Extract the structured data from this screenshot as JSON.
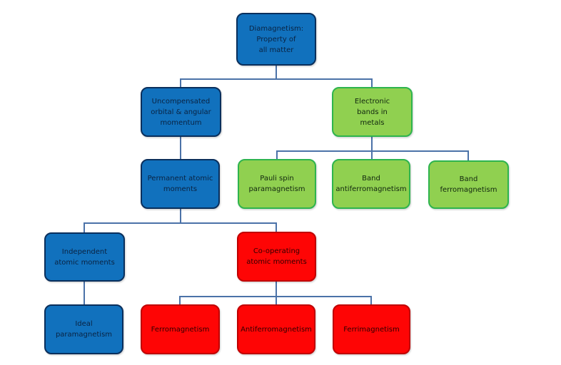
{
  "diagram": {
    "description": "Flowchart classifying types of magnetism",
    "background": "#ffffff",
    "connector_color": "#4b72a8",
    "palette": {
      "blue": {
        "fill": "#1171bd",
        "border": "#0a2f5c",
        "text": "#0a2342"
      },
      "green": {
        "fill": "#90d050",
        "border": "#2eb44e",
        "text": "#11260f"
      },
      "red": {
        "fill": "#fe0505",
        "border": "#c00000",
        "text": "#300000"
      }
    }
  },
  "nodes": {
    "diamagnetism": {
      "label": "Diamagnetism:\nProperty of\nall matter",
      "color": "blue"
    },
    "uncompensated": {
      "label": "Uncompensated\norbital & angular\nmomentum",
      "color": "blue"
    },
    "electronic": {
      "label": "Electronic\nbands in\nmetals",
      "color": "green"
    },
    "permanent": {
      "label": "Permanent atomic\nmoments",
      "color": "blue"
    },
    "pauli": {
      "label": "Pauli spin\nparamagnetism",
      "color": "green"
    },
    "band_antiferromagnetism": {
      "label": "Band\nantiferromagnetism",
      "color": "green"
    },
    "band_ferromagnetism": {
      "label": "Band\nferromagnetism",
      "color": "green"
    },
    "independent": {
      "label": "Independent\natomic moments",
      "color": "blue"
    },
    "cooperating": {
      "label": "Co-operating\natomic moments",
      "color": "red"
    },
    "ideal_paramagnetism": {
      "label": "Ideal\nparamagnetism",
      "color": "blue"
    },
    "ferromagnetism": {
      "label": "Ferromagnetism",
      "color": "red"
    },
    "antiferromagnetism": {
      "label": "Antiferromagnetism",
      "color": "red"
    },
    "ferrimagnetism": {
      "label": "Ferrimagnetism",
      "color": "red"
    }
  },
  "edges": [
    {
      "from": "diamagnetism",
      "to": "uncompensated"
    },
    {
      "from": "diamagnetism",
      "to": "electronic"
    },
    {
      "from": "uncompensated",
      "to": "permanent"
    },
    {
      "from": "electronic",
      "to": "pauli"
    },
    {
      "from": "electronic",
      "to": "band_antiferromagnetism"
    },
    {
      "from": "electronic",
      "to": "band_ferromagnetism"
    },
    {
      "from": "permanent",
      "to": "independent"
    },
    {
      "from": "permanent",
      "to": "cooperating"
    },
    {
      "from": "independent",
      "to": "ideal_paramagnetism"
    },
    {
      "from": "cooperating",
      "to": "ferromagnetism"
    },
    {
      "from": "cooperating",
      "to": "antiferromagnetism"
    },
    {
      "from": "cooperating",
      "to": "ferrimagnetism"
    }
  ]
}
